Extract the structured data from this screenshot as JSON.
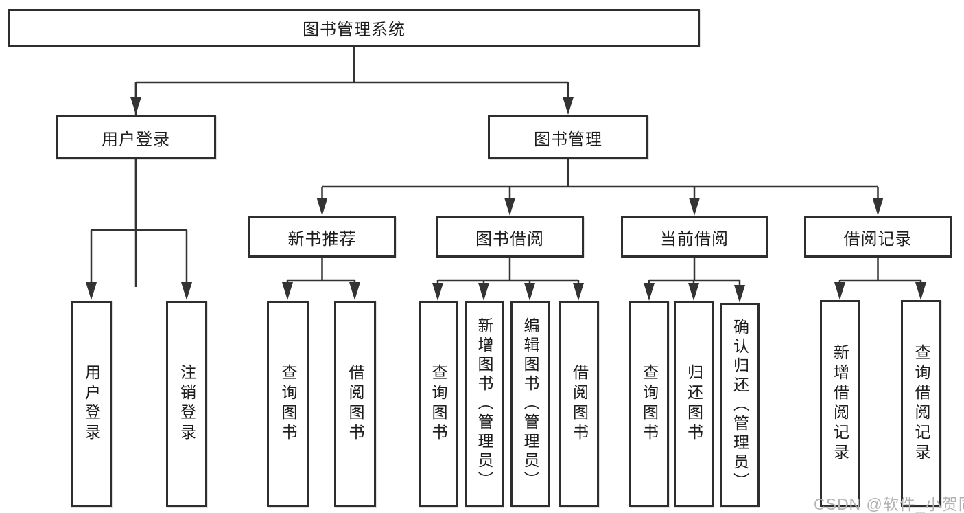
{
  "tree": {
    "label": "图书管理系统",
    "children": [
      {
        "label": "用户登录",
        "children": [
          {
            "label": "用户登录"
          },
          {
            "label": "注销登录"
          }
        ]
      },
      {
        "label": "图书管理",
        "children": [
          {
            "label": "新书推荐",
            "children": [
              {
                "label": "查询图书"
              },
              {
                "label": "借阅图书"
              }
            ]
          },
          {
            "label": "图书借阅",
            "children": [
              {
                "label": "查询图书"
              },
              {
                "label": "新增图书（管理员）"
              },
              {
                "label": "编辑图书（管理员）"
              },
              {
                "label": "借阅图书"
              }
            ]
          },
          {
            "label": "当前借阅",
            "children": [
              {
                "label": "查询图书"
              },
              {
                "label": "归还图书"
              },
              {
                "label": "确认归还（管理员）"
              }
            ]
          },
          {
            "label": "借阅记录",
            "children": [
              {
                "label": "新增借阅记录"
              },
              {
                "label": "查询借阅记录"
              }
            ]
          }
        ]
      }
    ]
  },
  "watermark": {
    "text": "CSDN @软件_小贺同学"
  },
  "colors": {
    "line": "#333333",
    "box_border": "#2e2e2e",
    "text": "#1c1c1c",
    "watermark": "#b3b3b5",
    "background": "#ffffff"
  }
}
